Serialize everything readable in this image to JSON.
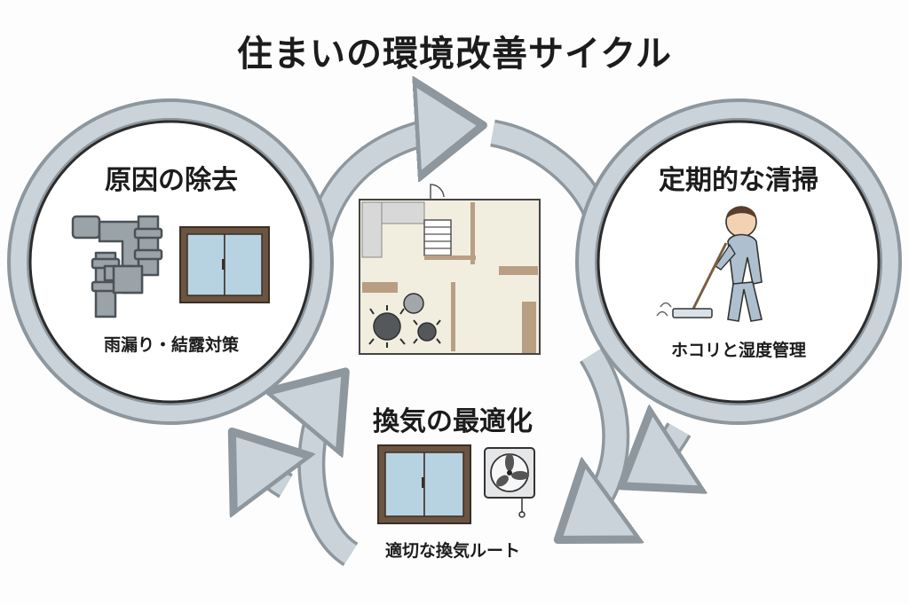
{
  "title": "住まいの環境改善サイクル",
  "steps": {
    "cause": {
      "heading": "原因の除去",
      "caption": "雨漏り・結露対策"
    },
    "cleaning": {
      "heading": "定期的な清掃",
      "caption": "ホコリと湿度管理"
    },
    "ventilation": {
      "heading": "換気の最適化",
      "caption": "適切な換気ルート"
    }
  },
  "icons": {
    "cause": [
      "pipe-icon",
      "window-icon"
    ],
    "center": [
      "floor-plan-icon",
      "dust-mite-icon"
    ],
    "cleaning": [
      "person-mopping-icon"
    ],
    "ventilation": [
      "window-icon",
      "ventilation-fan-icon"
    ]
  },
  "colors": {
    "ring_outer": "#8d979d",
    "ring_inner": "#c9d3d9",
    "glass": "#b7d3e2",
    "frame": "#6a5442",
    "floor": "#f2eedf",
    "wall": "#b89f84",
    "pipe": "#9aa3a8",
    "text": "#1c1c1c"
  }
}
